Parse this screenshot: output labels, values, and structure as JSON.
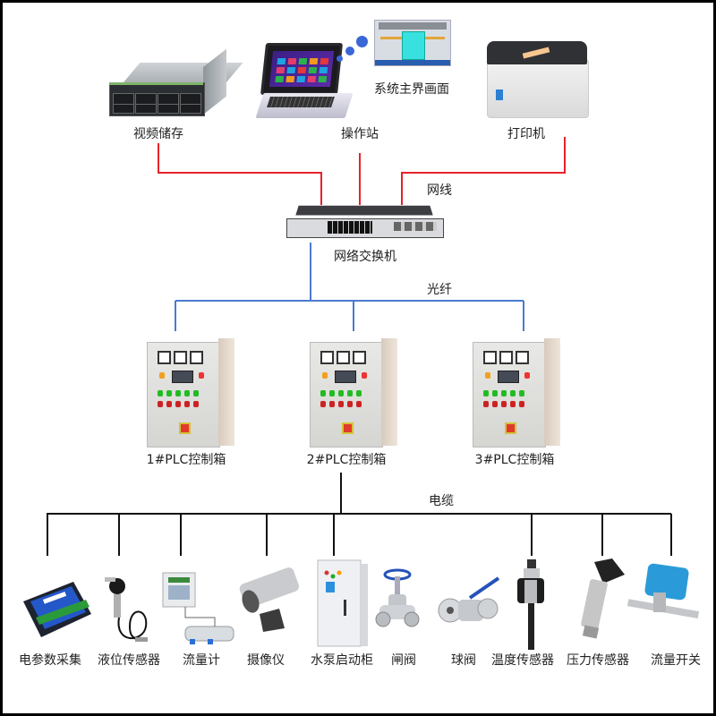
{
  "diagram": {
    "top_devices": [
      {
        "id": "video-storage",
        "label": "视频储存",
        "icon": "rack-server-icon"
      },
      {
        "id": "operator-station",
        "label": "操作站",
        "icon": "laptop-icon"
      },
      {
        "id": "printer",
        "label": "打印机",
        "icon": "printer-icon"
      }
    ],
    "hmi_screen": {
      "label": "系统主界画面",
      "icon": "hmi-screen-icon"
    },
    "switch": {
      "label": "网络交换机",
      "icon": "network-switch-icon"
    },
    "links": {
      "ethernet": {
        "label": "网线",
        "color": "#e8212a"
      },
      "fiber": {
        "label": "光纤",
        "color": "#4a7bd0"
      },
      "cable": {
        "label": "电缆",
        "color": "#111111"
      }
    },
    "plc_cabinets": [
      {
        "label": "1#PLC控制箱"
      },
      {
        "label": "2#PLC控制箱"
      },
      {
        "label": "3#PLC控制箱"
      }
    ],
    "field_devices": [
      {
        "label": "电参数采集",
        "icon": "power-meter-module-icon"
      },
      {
        "label": "液位传感器",
        "icon": "level-sensor-icon"
      },
      {
        "label": "流量计",
        "icon": "flow-meter-icon"
      },
      {
        "label": "摄像仪",
        "icon": "camera-icon"
      },
      {
        "label": "水泵启动柜",
        "icon": "pump-cabinet-icon"
      },
      {
        "label": "闸阀",
        "icon": "gate-valve-icon"
      },
      {
        "label": "球阀",
        "icon": "ball-valve-icon"
      },
      {
        "label": "温度传感器",
        "icon": "temperature-sensor-icon"
      },
      {
        "label": "压力传感器",
        "icon": "pressure-sensor-icon"
      },
      {
        "label": "流量开关",
        "icon": "flow-switch-icon"
      }
    ]
  }
}
